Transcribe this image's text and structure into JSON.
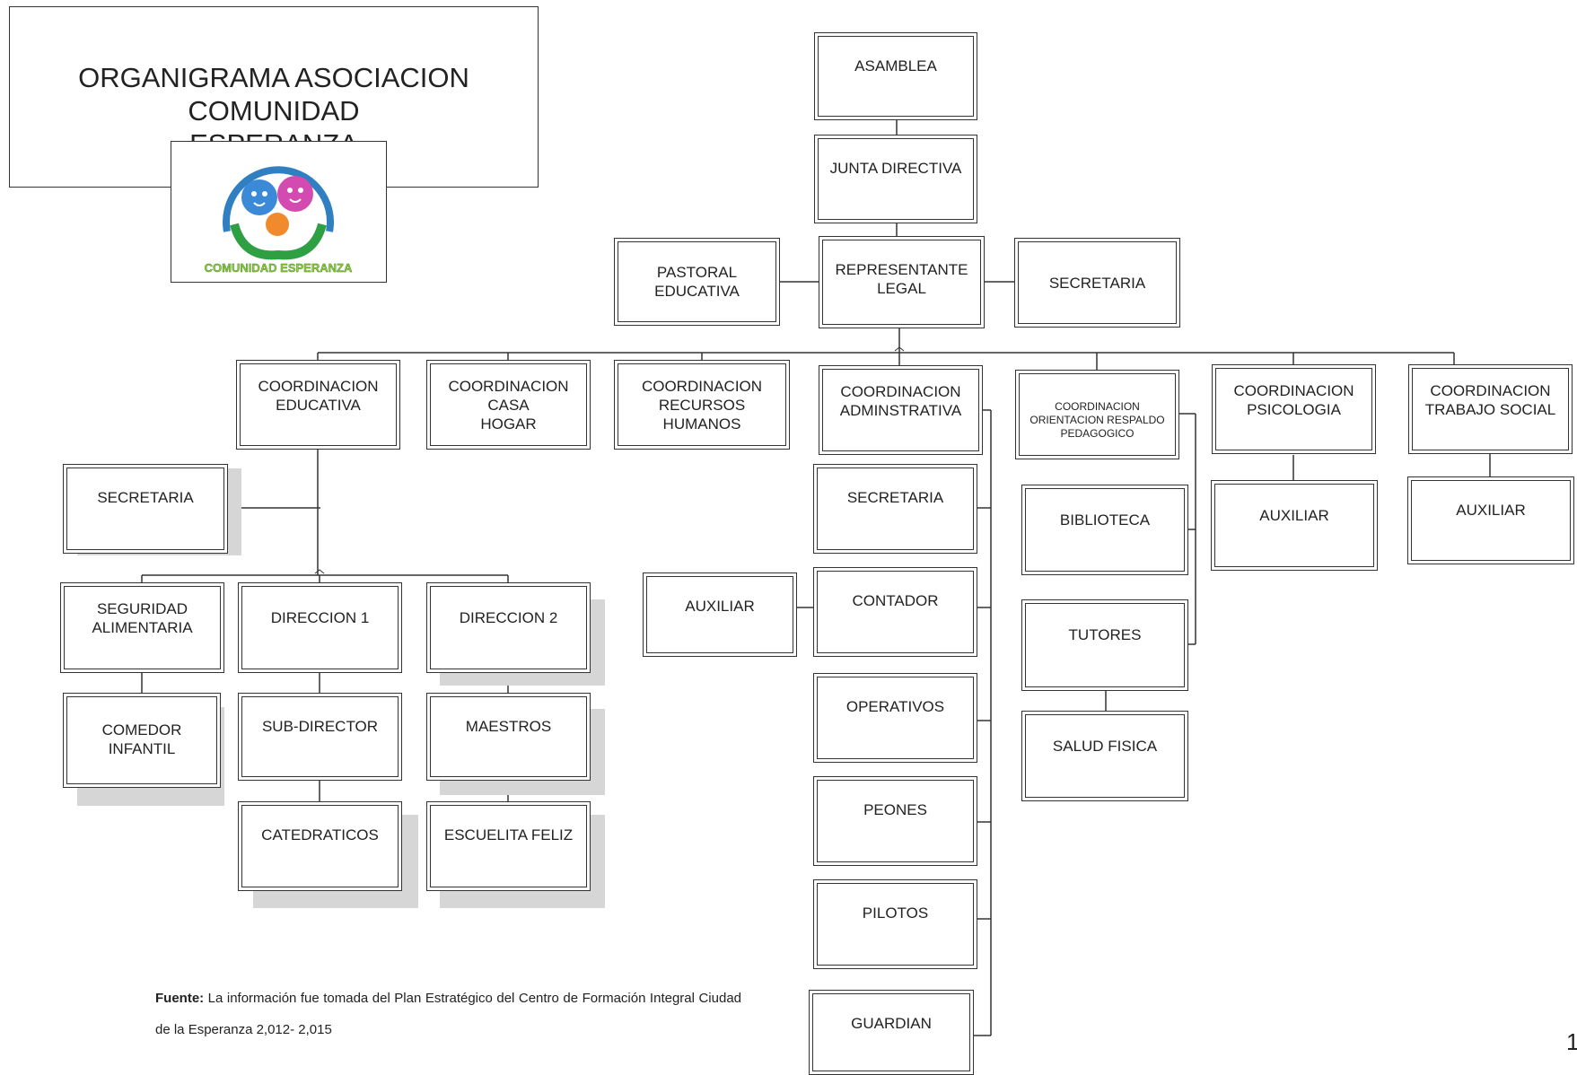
{
  "title": "ORGANIGRAMA ASOCIACION COMUNIDAD\nESPERANZA",
  "logo": {
    "caption": "COMUNIDAD ESPERANZA",
    "icon": "two-children-hands-logo-icon"
  },
  "nodes": {
    "asamblea": "ASAMBLEA",
    "junta_directiva": "JUNTA DIRECTIVA",
    "representante_legal": "REPRESENTANTE\nLEGAL",
    "pastoral_educativa": "PASTORAL\nEDUCATIVA",
    "secretaria_general": "SECRETARIA",
    "coord_educativa": "COORDINACION\nEDUCATIVA",
    "coord_casa_hogar": "COORDINACION CASA\nHOGAR",
    "coord_rrhh": "COORDINACION\nRECURSOS HUMANOS",
    "coord_administrativa": "COORDINACION\nADMINSTRATIVA",
    "coord_orientacion": "COORDINACION\nORIENTACION RESPALDO\nPEDAGOGICO",
    "coord_psicologia": "COORDINACION\nPSICOLOGIA",
    "coord_trabajo_social": "COORDINACION\nTRABAJO SOCIAL",
    "secretaria_educativa": "SECRETARIA",
    "seguridad_alimentaria": "SEGURIDAD\nALIMENTARIA",
    "comedor_infantil": "COMEDOR INFANTIL",
    "direccion_1": "DIRECCION 1",
    "sub_director": "SUB-DIRECTOR",
    "catedraticos": "CATEDRATICOS",
    "direccion_2": "DIRECCION 2",
    "maestros": "MAESTROS",
    "escuelita_feliz": "ESCUELITA FELIZ",
    "secretaria_admin": "SECRETARIA",
    "contador": "CONTADOR",
    "auxiliar_contador": "AUXILIAR",
    "operativos": "OPERATIVOS",
    "peones": "PEONES",
    "pilotos": "PILOTOS",
    "guardian": "GUARDIAN",
    "biblioteca": "BIBLIOTECA",
    "tutores": "TUTORES",
    "salud_fisica": "SALUD FISICA",
    "auxiliar_psicologia": "AUXILIAR",
    "auxiliar_trabajo_social": "AUXILIAR"
  },
  "source": {
    "label": "Fuente:",
    "text": " La información fue tomada del Plan Estratégico del Centro de Formación Integral Ciudad de la Esperanza 2,012- 2,015"
  },
  "page_number": "1"
}
